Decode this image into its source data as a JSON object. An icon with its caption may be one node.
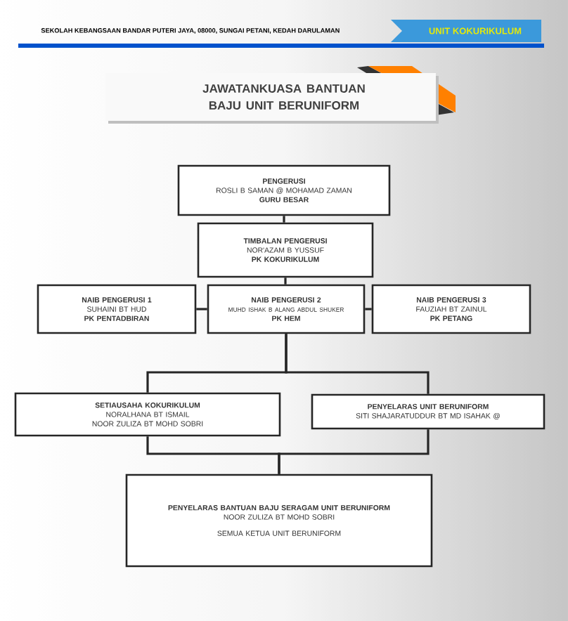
{
  "diagram": {
    "title": "JAWATANKUASA BANTUAN BAJU UNIT BERUNIFORM",
    "nodes": [
      {
        "text": [
          "PENGERUSI",
          "ROSLI B SAMAN @ MOHAMAD ZAMAN",
          "GURU BESAR"
        ]
      },
      {
        "text": [
          "TIMBALAN PENGERUSI",
          "NOR'AZAM B YUSSUF",
          "PK KOKURIKULUM"
        ]
      },
      {
        "text": [
          "NAIB PENGERUSI 1",
          "SUHAINI BT HUD",
          "PK PENTADBIRAN"
        ]
      },
      {
        "text": [
          "NAIB PENGERUSI 2",
          "MUHD ISHAK B ALANG ABDUL SHUKER",
          "PK HEM"
        ]
      },
      {
        "text": [
          "NAIB PENGERUSI 3",
          "FAUZIAH BT ZAINUL",
          "PK PETANG"
        ]
      },
      {
        "text": [
          "SETIAUSAHA KOKURIKULUM",
          "NORALHANA BT ISMAIL",
          "NOOR ZULIZA BT MOHD SOBRI"
        ]
      },
      {
        "text": [
          "PENYELARAS UNIT BERUNIFORM",
          "SITI SHAJARATUDDUR BT MD ISAHAK @"
        ]
      },
      {
        "text": [
          "PENYELARAS BANTUAN BAJU SERAGAM UNIT BERUNIFORM",
          "NOOR ZULIZA BT MOHD SOBRI",
          "SEMUA KETUA UNIT BERUNIFORM"
        ]
      }
    ],
    "edges": [
      {
        "from": 0,
        "to": 1,
        "arrow": "none"
      },
      {
        "from": 1,
        "to": 3,
        "arrow": "none"
      },
      {
        "from": 2,
        "to": 3,
        "arrow": "none"
      },
      {
        "from": 3,
        "to": 4,
        "arrow": "none"
      },
      {
        "from": 3,
        "to": 5,
        "arrow": "none"
      },
      {
        "from": 3,
        "to": 6,
        "arrow": "none"
      },
      {
        "from": 5,
        "to": 7,
        "arrow": "none"
      },
      {
        "from": 6,
        "to": 7,
        "arrow": "none"
      }
    ],
    "labels": [
      "SEKOLAH KEBANGSAAN BANDAR PUTERI JAYA, 08000, SUNGAI PETANI, KEDAH DARULAMAN",
      "UNIT KOKURIKULUM"
    ]
  }
}
